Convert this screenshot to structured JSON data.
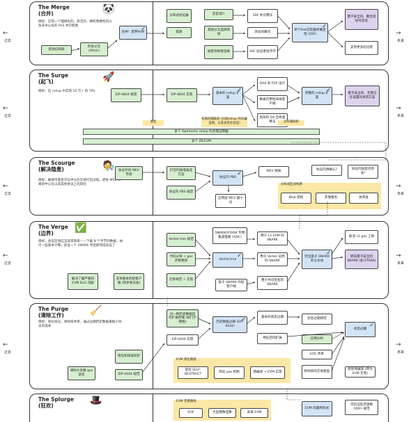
{
  "side_left": "过去",
  "side_right": "未来",
  "lanes": {
    "merge": {
      "title": "The Merge",
      "subtitle": "(合并)",
      "goal": "目标：实现一个理想化的、简洁的、拥有鲁棒性的以及去中心化的 PoS 共识机制",
      "boxes": {
        "launch": "启动信标链",
        "altair": "热身分叉 (Altair)",
        "merge_pow": "合并！废弃PoW",
        "distributed_validator": "分布式验证器",
        "withdrawal": "提款",
        "single_slot_sig": "签名减少",
        "fork_choice": "其他分叉选择改进",
        "secret_leader": "秘密领导者选举",
        "ssf_algo": "SSF 共识算法",
        "ssf_agg": "改良的聚合",
        "ssf_validator": "SSF 验证者经济学",
        "single_slot_finality": "单个Slot实现最终确定性 (SSF)",
        "quantum_sigs": "量子安全的、聚合友好的签名",
        "more_validators": "支持更多验证者"
      }
    },
    "surge": {
      "title": "The Surge",
      "subtitle": "(起飞)",
      "goal": "目标：在 rollup 中实现 10 万+ 的 TPS",
      "boxes": {
        "eip4844_spec": "EIP-4844 规范",
        "eip4844_impl": "EIP-4844 实现",
        "rollup_basic": "基本的 rollup 扩容",
        "das_p2p": "DAS 的 P2P 设计",
        "data_sampler": "数据可用性采样客户端",
        "das_efficient": "高效的 DA 自修复算法",
        "full_rollup": "完整的 rollup 扩容",
        "quantum_commit": "量子安全的、无需信任设置的承诺方案",
        "training_wheels": "有限的辅助轮 (乐观rollup 的诈骗证明，以及多签名验证)",
        "no_training_wheels": "没有辅助轮",
        "origin": "源型",
        "optimistic_bar": "多个 Optimistic rollup 的合理证明器",
        "zkevm_bar": "多个 ZK-EVM"
      }
    },
    "scourge": {
      "title": "The Scourge",
      "subtitle": "(解决隐患)",
      "goal": "目标：确保可靠且可信中立的交易打包过程，避免 MEV 带来的中心化以及其他协议上的风险",
      "boxes": {
        "extra_mev": "协议外的 MEV 市场",
        "inclusion_list": "打包列表或备选方案",
        "pbs": "协议内 PBS",
        "pbs_spec": "协议内 PBS 规范",
        "mev_burn": "MEV 销毁",
        "mev_min": "应用层 MEV 最小化",
        "distributed_builder": "分布式区块构建",
        "protocol_fee": "协议内预确认?",
        "threshold_enc": "协议内加密内存池?",
        "blob_structure": "Blob 结构",
        "blob_service": "开放服务",
        "censorship": "抗审查"
      }
    },
    "verge": {
      "title": "The Verge",
      "subtitle": "(边界)",
      "goal": "目标：验证区块应当非常简单——下载 N 个字节的数据，执行一些基本计算，验证一个 SNARK 然后即完成验证了",
      "boxes": {
        "verkle_spec": "Verkle tree 规范",
        "verkle_impl": "代码分块 + gas 开销更新",
        "migration": "迁移规范 + 实现",
        "verkle_tree": "Verkle tree",
        "snark_stark": "SNARK/STARK 专用集成电路 (ASIC)",
        "snark_merkle": "基于 SNARK 的轻客户端",
        "evm_snark": "用于 L1 EVM 的 SNARK",
        "verkle_snark": "用于 Verkle 证明的 SNARK",
        "evm_dos": "解决了最严重的 EVM DoS 问题",
        "statelessness": "支持基本的轻客户端 (同步委员会)",
        "fully_snarked": "完全基于 SNARK 的以太坊",
        "lite_gas": "取消 L1 gas 上限",
        "quantum_snark": "转向量子安全的 SNARK (如 STARK)",
        "stark_sig": "用于共识签名的 SNARK"
      }
    },
    "purge": {
      "title": "The Purge",
      "subtitle": "(清除工作)",
      "goal": "目标：简化协议，清除技术债，通过过期历史数据来缩小协议的成本",
      "boxes": {
        "prior_work": "对一种历史数据的可扩展存储 (如门户网络)",
        "eip4444_impl": "EIP-4444 实现",
        "history_expiry": "历史数据过期 (EIP-4444)",
        "state_expiry": "基本的状态过期",
        "address_space": "地址空间扩展",
        "state_expiry_full": "状态过期",
        "stateful_research": "状态过期研究",
        "app_analysis": "应用分析",
        "log_reform": "LOG 改革",
        "precompile": "移除旧的交易类型",
        "precompile_evm": "移除预编译 (转为 EVM 实现)",
        "sync_history": "钱包和快速同步",
        "clear_gas": "清除大多数 gas 退还",
        "eip4444_spec": "EIP-4444 规范",
        "evm_simplify": "EVM 简化路线",
        "selfdestruct": "取消 SELF-DESTRUCT",
        "simple_gas": "简化 gas 机制",
        "precompile_to_evm": "预编译 → EVM 实现"
      }
    },
    "splurge": {
      "title": "The Splurge",
      "subtitle": "(狂欢)",
      "boxes": {
        "evm_improve": "EVM 完善路线",
        "eof": "EOF",
        "big_modular": "大型模数运算",
        "future_evm": "未来 EVM",
        "evm_final": "EVM 的最终形式",
        "vdf": "可验证延迟函数 (VDF) 规范"
      }
    }
  }
}
